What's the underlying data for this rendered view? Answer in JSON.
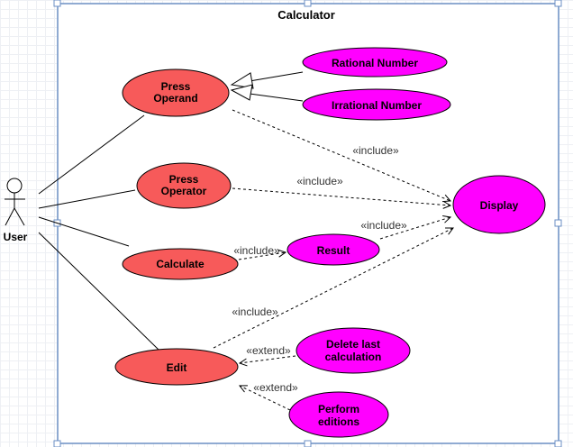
{
  "system": {
    "title": "Calculator"
  },
  "actor": {
    "label": "User"
  },
  "use_cases": {
    "press_operand": [
      "Press",
      "Operand"
    ],
    "press_operator": [
      "Press",
      "Operator"
    ],
    "calculate": [
      "Calculate"
    ],
    "edit": [
      "Edit"
    ],
    "rational_number": [
      "Rational Number"
    ],
    "irrational_number": [
      "Irrational Number"
    ],
    "display": [
      "Display"
    ],
    "result": [
      "Result"
    ],
    "delete_last": [
      "Delete last",
      "calculation"
    ],
    "perform_editions": [
      "Perform",
      "editions"
    ]
  },
  "relations": {
    "include": "«include»",
    "extend": "«extend»"
  },
  "colors": {
    "base_use_case": "#f75a5a",
    "secondary_use_case": "#ff00ff",
    "system_border": "#6b8fc4",
    "line": "#000000"
  }
}
